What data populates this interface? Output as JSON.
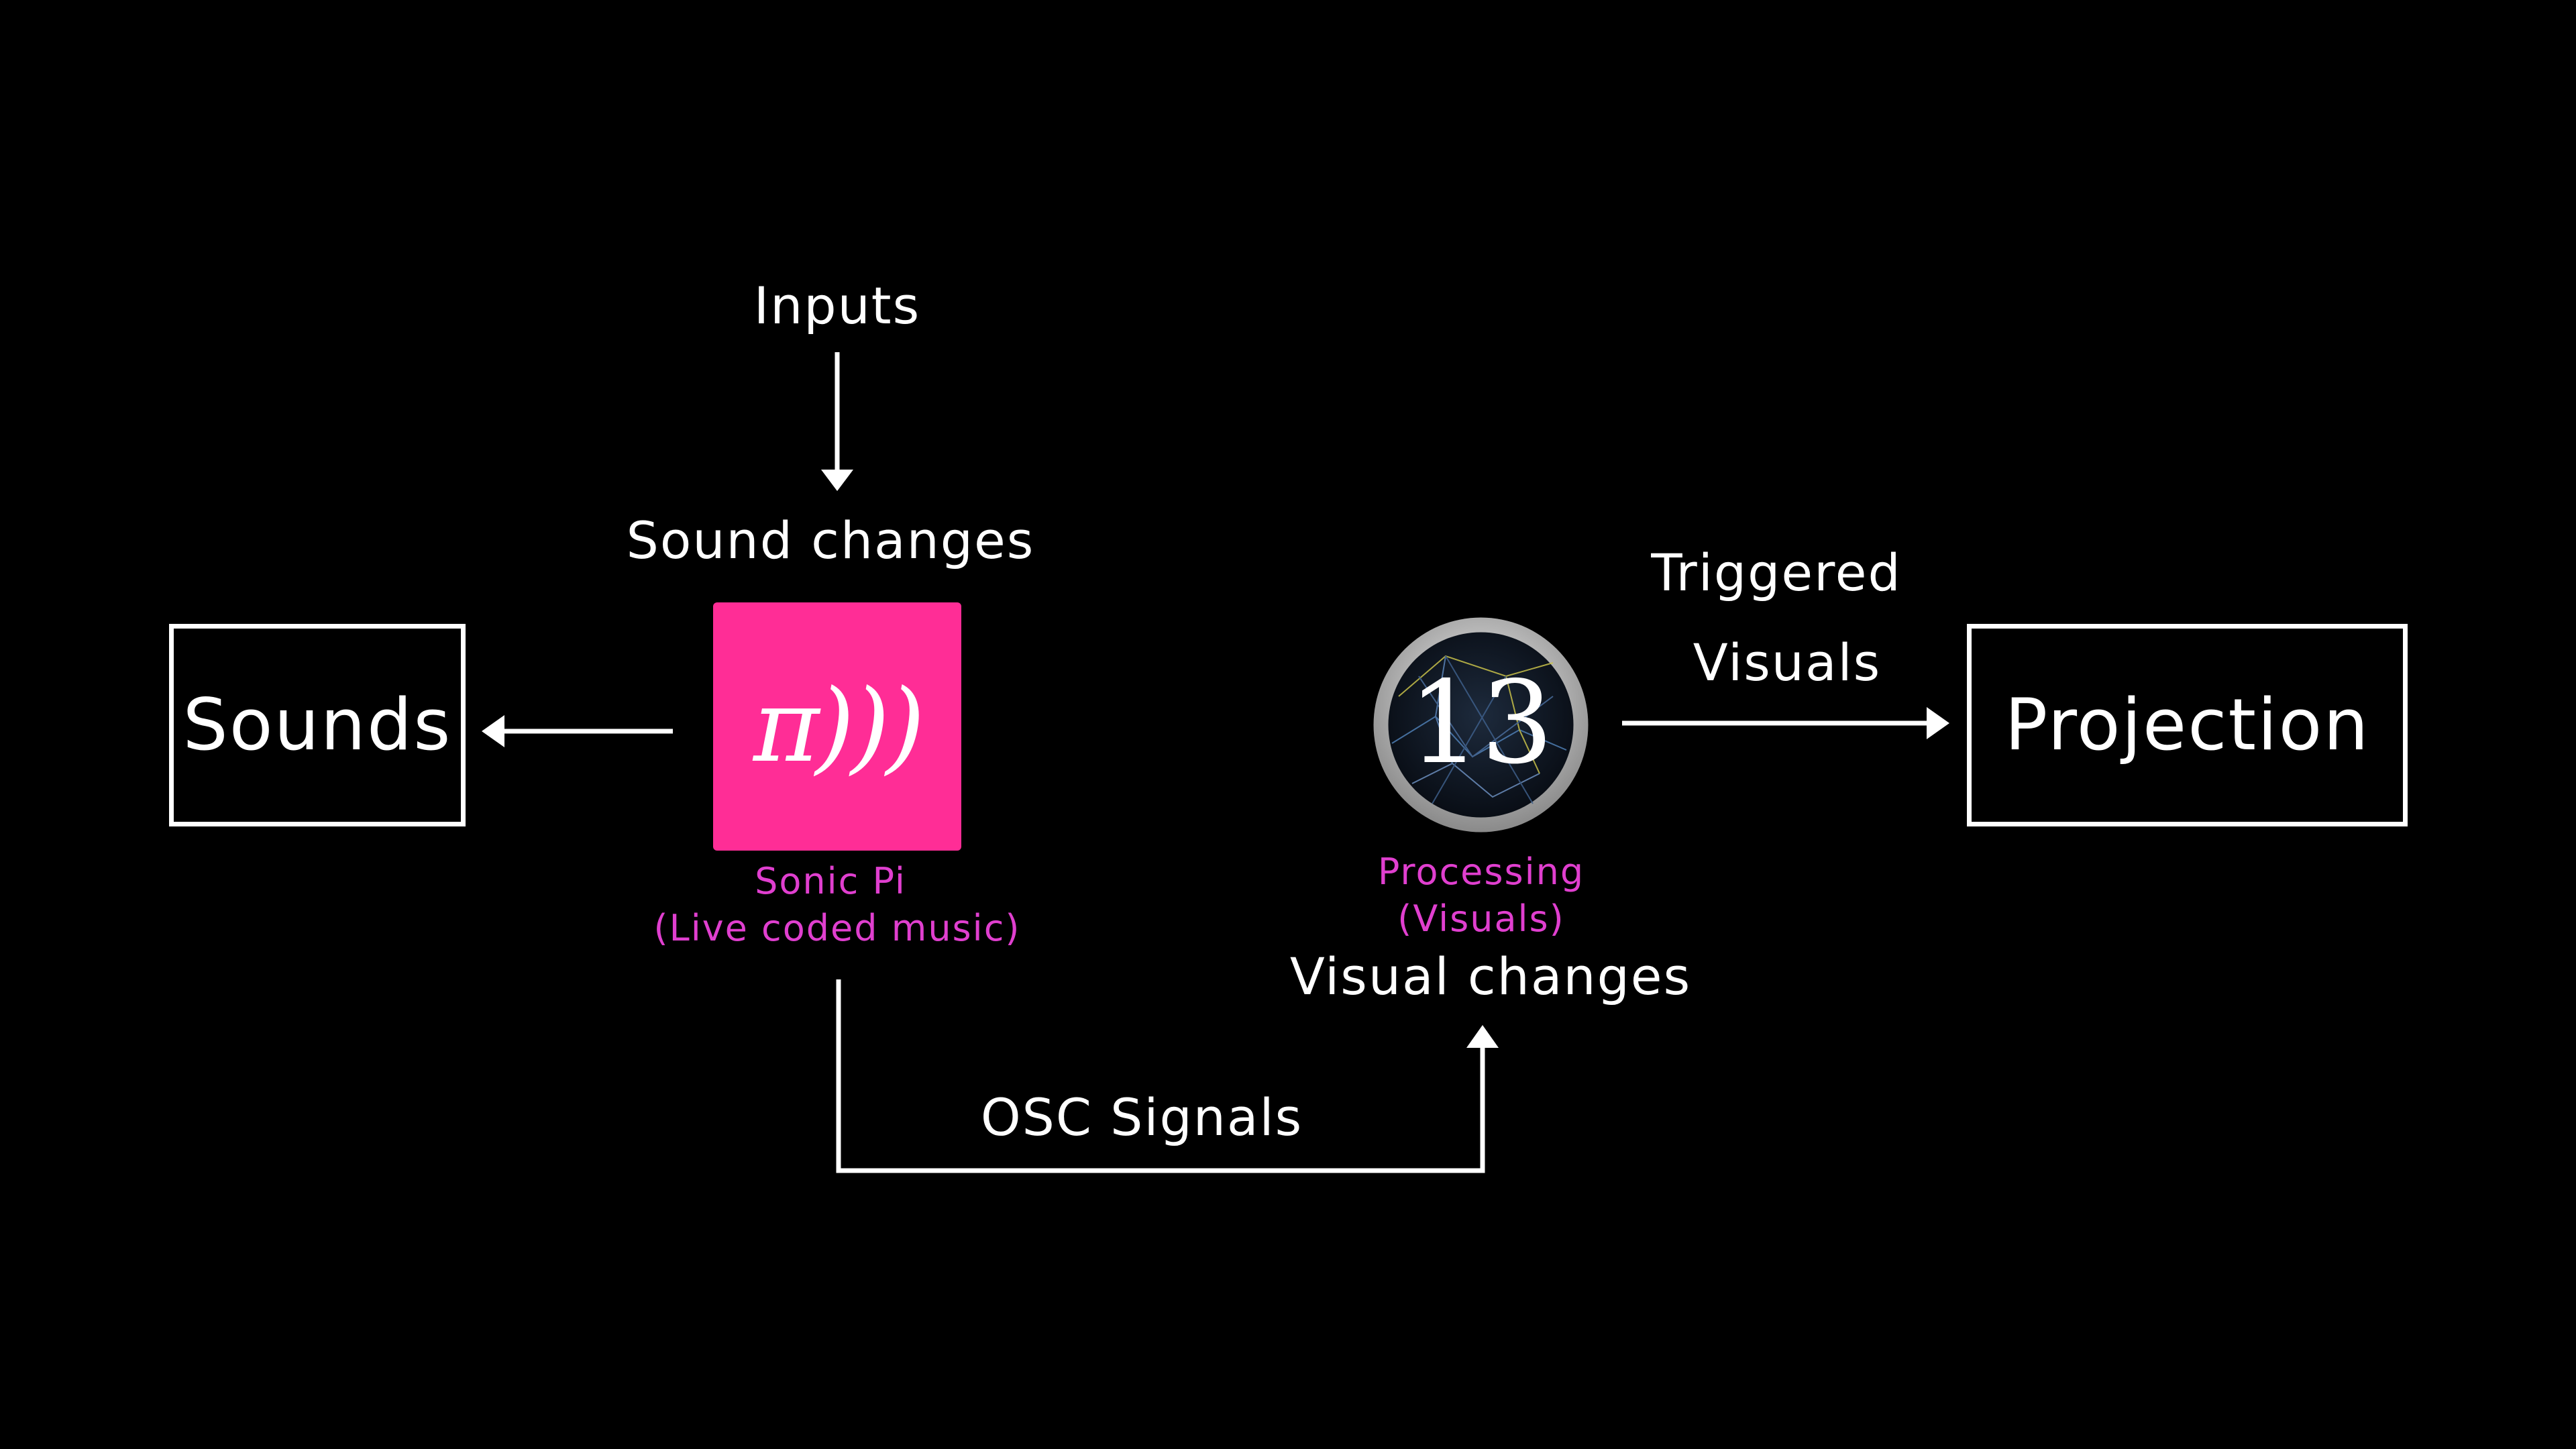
{
  "nodes": {
    "inputs": "Inputs",
    "sound_changes": "Sound changes",
    "sounds": "Sounds",
    "sonic_pi_name": "Sonic Pi",
    "sonic_pi_desc": "(Live coded music)",
    "processing_name": "Processing",
    "processing_desc": "(Visuals)",
    "visual_changes": "Visual changes",
    "triggered_line1": "Triggered",
    "triggered_line2": "Visuals",
    "projection": "Projection",
    "osc_signals": "OSC Signals",
    "sonic_pi_glyph": "π)))",
    "processing_glyph": "13"
  },
  "colors": {
    "background": "#000000",
    "foreground": "#ffffff",
    "sonic_pi_brand": "#ff2d96",
    "caption_pink": "#e03fcf"
  },
  "icons": {
    "sonic_pi": "sonic-pi-icon",
    "processing": "processing-icon"
  }
}
